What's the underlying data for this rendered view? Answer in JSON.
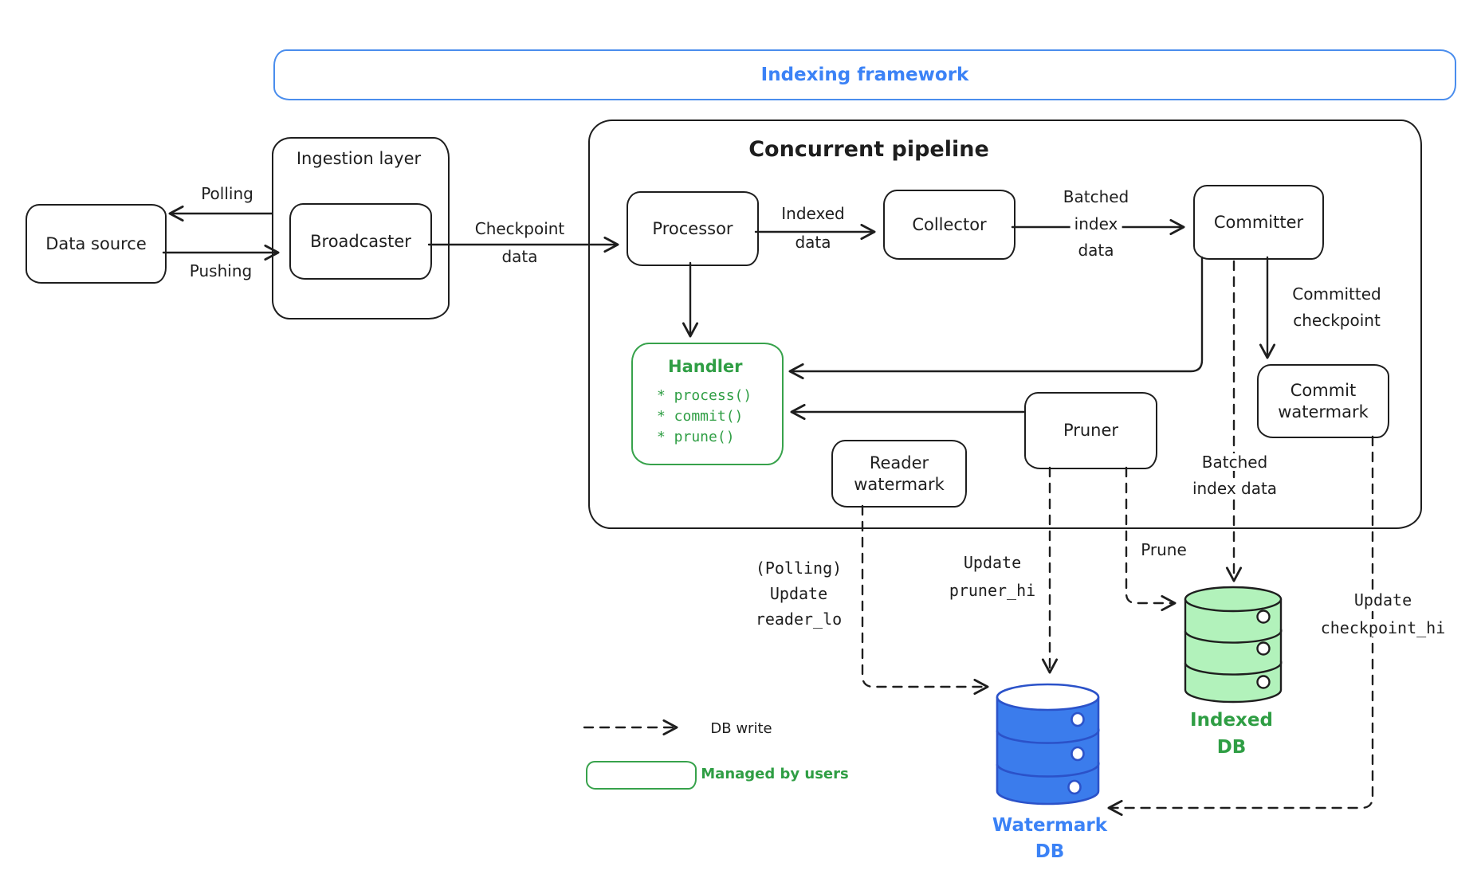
{
  "palette": {
    "ink": "#1e1e1e",
    "blue_accent": "#3b82f6",
    "green_accent": "#2f9e44",
    "green_fill_light": "#b2f2bb",
    "db_blue_fill": "#3b7cec",
    "db_blue_stroke": "#2b52c9"
  },
  "framework": {
    "title": "Indexing framework"
  },
  "pipeline": {
    "title": "Concurrent pipeline"
  },
  "nodes": {
    "data_source": "Data source",
    "ingestion_layer": "Ingestion layer",
    "broadcaster": "Broadcaster",
    "processor": "Processor",
    "collector": "Collector",
    "committer": "Committer",
    "pruner": "Pruner",
    "handler": {
      "title": "Handler",
      "methods": [
        "* process()",
        "* commit()",
        "* prune()"
      ]
    },
    "reader_watermark": [
      "Reader",
      "watermark"
    ],
    "commit_watermark": [
      "Commit",
      "watermark"
    ],
    "watermark_db": [
      "Watermark",
      "DB"
    ],
    "indexed_db": [
      "Indexed",
      "DB"
    ]
  },
  "edges": {
    "polling": "Polling",
    "pushing": "Pushing",
    "checkpoint_data": [
      "Checkpoint",
      "data"
    ],
    "indexed_data": [
      "Indexed",
      "data"
    ],
    "batched_index_data_1": [
      "Batched",
      "index",
      "data"
    ],
    "committed_checkpoint": [
      "Committed",
      "checkpoint"
    ],
    "batched_index_data_2": [
      "Batched",
      "index data"
    ],
    "prune": "Prune",
    "update_reader_lo": [
      "(Polling)",
      "Update",
      "reader_lo"
    ],
    "update_pruner_hi": [
      "Update",
      "pruner_hi"
    ],
    "update_checkpoint_hi": [
      "Update",
      "checkpoint_hi"
    ]
  },
  "legend": {
    "db_write": "DB write",
    "managed_by_users": "Managed by users"
  }
}
